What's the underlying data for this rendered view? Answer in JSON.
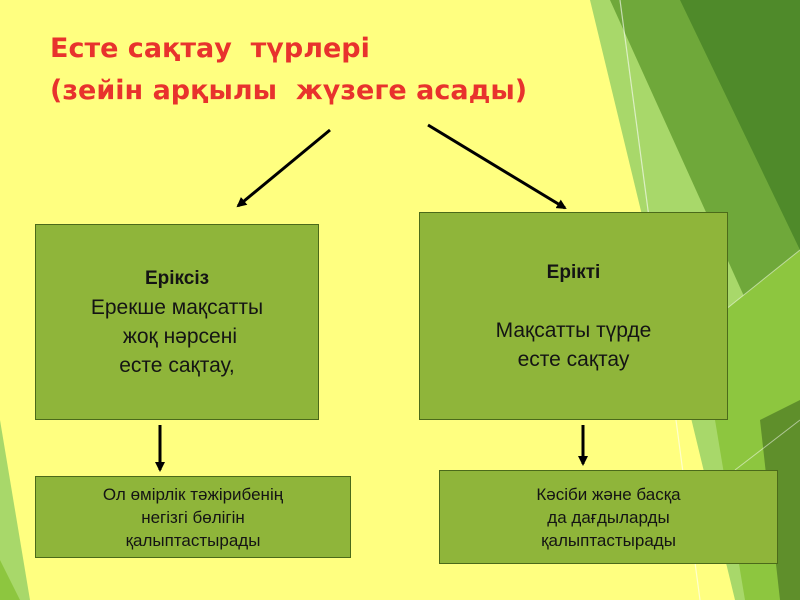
{
  "slide": {
    "title_line1": "Есте сақтау  түрлері",
    "title_line2": "(зейін арқылы  жүзеге асады)"
  },
  "involuntary": {
    "head": "Еріксіз",
    "lines": [
      "Ерекше мақсатты",
      " жоқ нәрсені",
      "есте сақтау,"
    ]
  },
  "voluntary": {
    "head": "Ерікті",
    "lines": [
      "Мақсатты түрде",
      "есте сақтау"
    ]
  },
  "involuntary_result": {
    "lines": [
      "Ол өмірлік тәжірибенің",
      "негізгі бөлігін",
      "қалыптастырады"
    ]
  },
  "voluntary_result": {
    "lines": [
      "Кәсіби және басқа",
      "да дағдыларды",
      "қалыптастырады"
    ]
  },
  "colors": {
    "background": "#ffff80",
    "title": "#e8322d",
    "box_fill": "#8fb53a",
    "box_border": "#4b6a1a",
    "decor_dark": "#5f8f2b",
    "decor_light": "#8dc63f"
  }
}
